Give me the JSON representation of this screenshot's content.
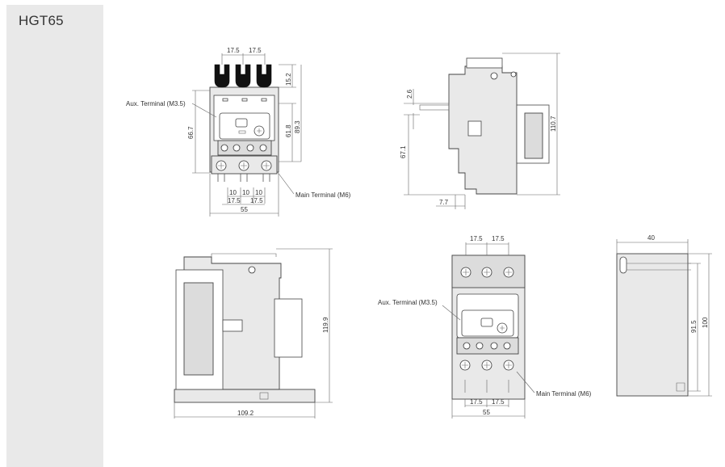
{
  "title": "HGT65",
  "front_view": {
    "dims": {
      "pitch_1": "17.5",
      "pitch_2": "17.5",
      "top_h": "15.2",
      "h_61_8": "61.8",
      "h_89_3": "89.3",
      "h_66_7": "66.7",
      "w_10a": "10",
      "w_10b": "10",
      "w_10c": "10",
      "w_17_5a": "17.5",
      "w_17_5b": "17.5",
      "width": "55"
    },
    "labels": {
      "aux": "Aux. Terminal (M3.5)",
      "main": "Main Terminal (M6)"
    }
  },
  "side_view_right": {
    "dims": {
      "h_2_6": "2.6",
      "h_67_1": "67.1",
      "h_110_7": "110.7",
      "w_7_7": "7.7"
    }
  },
  "side_view_left": {
    "dims": {
      "h_119_9": "119.9",
      "w_109_2": "109.2"
    }
  },
  "front_view_2": {
    "dims": {
      "pitch_1": "17.5",
      "pitch_2": "17.5",
      "bottom_1": "17.5",
      "bottom_2": "17.5",
      "width": "55"
    },
    "labels": {
      "aux": "Aux. Terminal (M3.5)",
      "main": "Main Terminal (M6)"
    }
  },
  "mount_view": {
    "dims": {
      "w_40": "40",
      "h_91_5": "91.5",
      "h_100": "100"
    }
  }
}
